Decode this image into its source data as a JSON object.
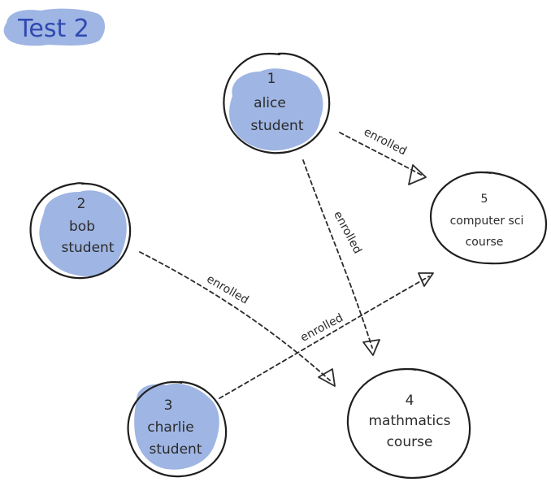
{
  "title": "Test 2",
  "colors": {
    "highlight": "#9fb5e3",
    "title_ink": "#2f49b0",
    "ink": "#2b2b2b"
  },
  "nodes": [
    {
      "id": "1",
      "name": "alice",
      "type": "student",
      "highlighted": true
    },
    {
      "id": "2",
      "name": "bob",
      "type": "student",
      "highlighted": true
    },
    {
      "id": "3",
      "name": "charlie",
      "type": "student",
      "highlighted": true
    },
    {
      "id": "4",
      "name": "mathmatics",
      "type": "course",
      "highlighted": false
    },
    {
      "id": "5",
      "name": "computer sci",
      "type": "course",
      "highlighted": false
    }
  ],
  "edges": [
    {
      "from": "1",
      "to": "5",
      "label": "enrolled"
    },
    {
      "from": "1",
      "to": "4",
      "label": "enrolled"
    },
    {
      "from": "2",
      "to": "4",
      "label": "enrolled"
    },
    {
      "from": "3",
      "to": "5",
      "label": "enrolled"
    }
  ]
}
